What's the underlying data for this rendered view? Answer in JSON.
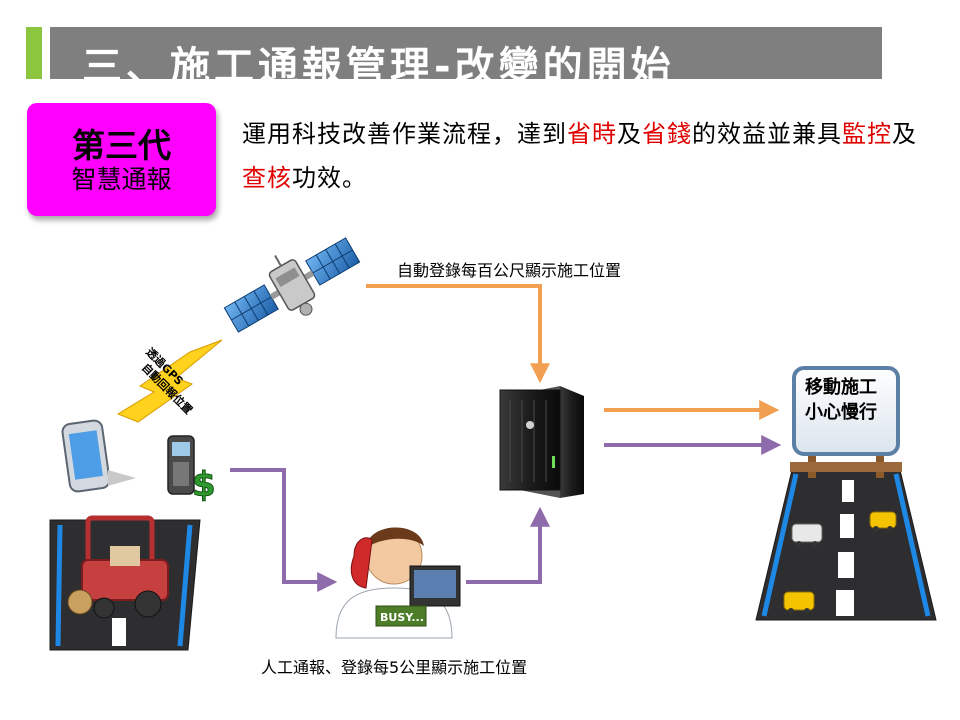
{
  "header": {
    "title": "三、施工通報管理-改變的開始"
  },
  "badge": {
    "title": "第三代",
    "subtitle": "智慧通報"
  },
  "description": {
    "p1": "運用科技改善作業流程，達到",
    "h1": "省時",
    "p2": "及",
    "h2": "省錢",
    "p3": "的效益並兼具",
    "h3": "監控",
    "p4": "及",
    "h4": "查核",
    "p5": "功效。"
  },
  "labels": {
    "auto": "自動登錄每百公尺顯示施工位置",
    "manual": "人工通報、登錄每5公里顯示施工位置",
    "gps_lines": [
      "透過GPS",
      "自動回報位置"
    ],
    "sign_lines": [
      "移動施工",
      "小心慢行"
    ],
    "busy": "BUSY..."
  },
  "colors": {
    "accent": "#8cc63f",
    "title_bar": "#7f7f7f",
    "badge": "#ff00ff",
    "highlight": "#e00000",
    "arrow_auto": "#f0a050",
    "arrow_manual": "#8e6bab"
  }
}
